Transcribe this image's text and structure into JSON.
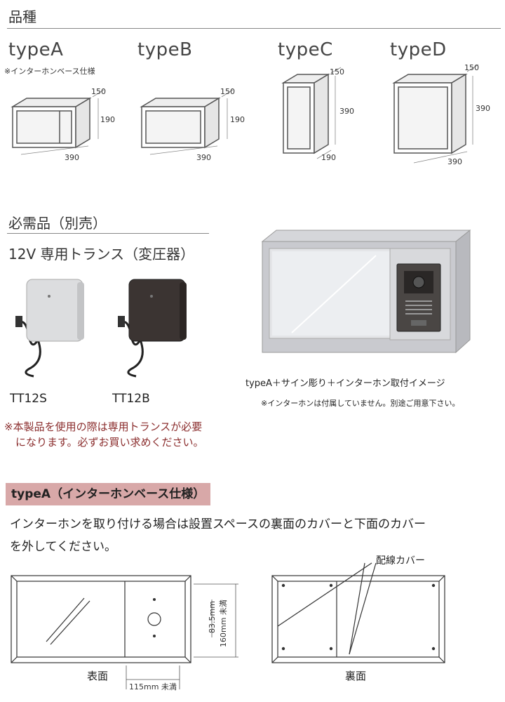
{
  "section_variants": {
    "title": "品種"
  },
  "variants": [
    {
      "name": "typeA",
      "note": "※インターホンベース仕様",
      "dims": [
        "150",
        "190",
        "390"
      ]
    },
    {
      "name": "typeB",
      "dims": [
        "150",
        "190",
        "390"
      ]
    },
    {
      "name": "typeC",
      "dims": [
        "150",
        "390",
        "190"
      ]
    },
    {
      "name": "typeD",
      "dims": [
        "150",
        "390",
        "390"
      ]
    }
  ],
  "section_required": {
    "title": "必需品（別売）",
    "subtitle": "12V 専用トランス（変圧器）"
  },
  "transformers": [
    {
      "model": "TT12S",
      "color": "#d9dadb"
    },
    {
      "model": "TT12B",
      "color": "#3a3331"
    }
  ],
  "required_note": [
    "※本製品を使用の際は専用トランスが必要",
    "になります。必ずお買い求めください。"
  ],
  "product_image": {
    "caption": "typeA＋サイン彫り＋インターホン取付イメージ",
    "note": "※インターホンは付属していません。別途ご用意下さい。"
  },
  "typeA_section": {
    "tag": "typeA（インターホンベース仕様）",
    "description": [
      "インターホンを取り付ける場合は設置スペースの裏面のカバーと下面のカバー",
      "を外してください。"
    ]
  },
  "diagrams": {
    "front_label": "表面",
    "back_label": "裏面",
    "wiring_cover": "配線カバー",
    "dim_83": "83.5mm",
    "dim_160": "160mm 未満",
    "dim_115": "115mm 未満"
  }
}
